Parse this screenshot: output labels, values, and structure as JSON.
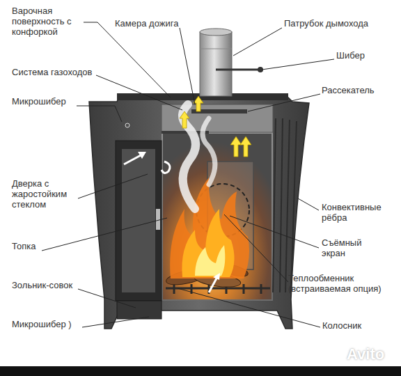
{
  "diagram": {
    "labels": [
      "Варочная поверхность с конфоркой",
      "Камера дожига",
      "Патрубок дымохода",
      "Шибер",
      "Система газоходов",
      "Рассекатель",
      "Микрошибер",
      "Дверка с жаростойким стеклом",
      "Топка",
      "Конвективные рёбра",
      "Съёмный экран",
      "Теплообменник (встраиваемая опция)",
      "Зольник-совок",
      "Колосник",
      "Микрошибер )",
      "Avito"
    ]
  }
}
